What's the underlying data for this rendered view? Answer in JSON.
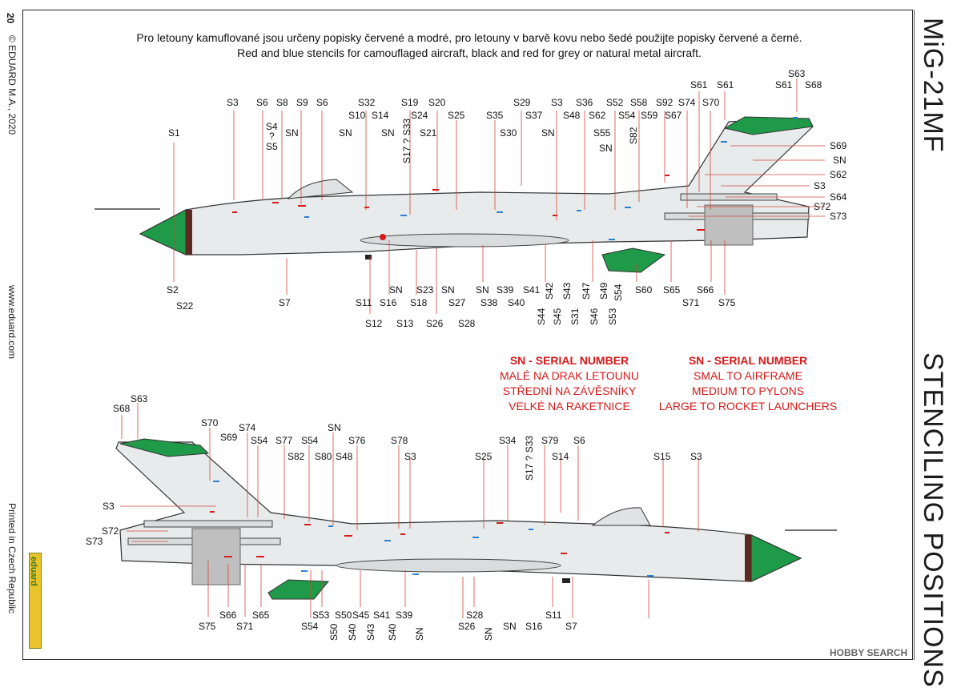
{
  "page_number": "20",
  "copyright": "© EDUARD M.A., 2020",
  "website": "www.eduard.com",
  "printed": "Printed in Czech Republic",
  "logo_text": "eduard",
  "watermark": "HOBBY SEARCH",
  "model_title": "MiG-21MF",
  "section_title": "STENCILING POSITIONS",
  "instructions": {
    "czech": "Pro letouny kamuflované jsou určeny popisky červené a modré, pro letouny v barvě kovu nebo šedé použijte popisky červené a černé.",
    "english": "Red and blue stencils for camouflaged aircraft, black and red for grey or natural metal aircraft."
  },
  "legend_czech": {
    "header": "SN - SERIAL NUMBER",
    "lines": [
      "MALÉ NA DRAK LETOUNU",
      "STŘEDNÍ NA ZÁVĚSNÍKY",
      "VELKÉ NA RAKETNICE"
    ]
  },
  "legend_english": {
    "header": "SN - SERIAL NUMBER",
    "lines": [
      "SMAL TO AIRFRAME",
      "MEDIUM TO PYLONS",
      "LARGE TO ROCKET LAUNCHERS"
    ]
  },
  "colors": {
    "stencil_red": "#d51a1a",
    "stencil_blue": "#2f7fd0",
    "camo_green": "#1e9a48",
    "nose_brown": "#5a2a20",
    "metal_grey": "#c9c9c9"
  },
  "top_view": {
    "top_labels": [
      "S3",
      "S6",
      "S8",
      "S9",
      "S6",
      "S32",
      "S19",
      "S20",
      "S29",
      "S3",
      "S36",
      "S52",
      "S58",
      "S92",
      "S74",
      "S70",
      "S61",
      "S61",
      "S63",
      "S61",
      "S68",
      "S4",
      "?",
      "S5",
      "SN",
      "S10",
      "S14",
      "S24",
      "S25",
      "S35",
      "S37",
      "S48",
      "S62",
      "S54",
      "S59",
      "S67",
      "SN",
      "SN",
      "S33",
      "S21",
      "S30",
      "SN",
      "S55",
      "S82",
      "S1",
      "S17 ? S33",
      "SN"
    ],
    "right_labels": [
      "S69",
      "SN",
      "S62",
      "S3",
      "S64",
      "S72",
      "S73"
    ],
    "bottom_labels": [
      "S2",
      "S22",
      "S7",
      "S11",
      "S16",
      "SN",
      "S23",
      "SN",
      "SN",
      "S39",
      "S41",
      "S42",
      "S43",
      "S47",
      "S49",
      "S54",
      "S60",
      "S65",
      "S66",
      "S75",
      "S12",
      "S18",
      "S27",
      "S38",
      "S40",
      "S44",
      "S45",
      "S31",
      "S46",
      "S53",
      "S71",
      "S13",
      "S26",
      "S28"
    ]
  },
  "bottom_view": {
    "top_labels": [
      "S63",
      "S68",
      "S70",
      "S74",
      "S69",
      "S54",
      "S77",
      "S54",
      "SN",
      "S76",
      "S78",
      "S34",
      "S79",
      "S6",
      "S82",
      "S80",
      "S48",
      "S3",
      "S25",
      "S17 ? S33",
      "S14",
      "S15",
      "S3"
    ],
    "left_labels": [
      "S3",
      "S72",
      "S73"
    ],
    "bottom_labels": [
      "S75",
      "S66",
      "S71",
      "S65",
      "S54",
      "S53",
      "S50",
      "S50",
      "S40",
      "S45",
      "S43",
      "S41",
      "S40",
      "S39",
      "SN",
      "S26",
      "S28",
      "SN",
      "SN",
      "S16",
      "S11",
      "S7"
    ]
  }
}
